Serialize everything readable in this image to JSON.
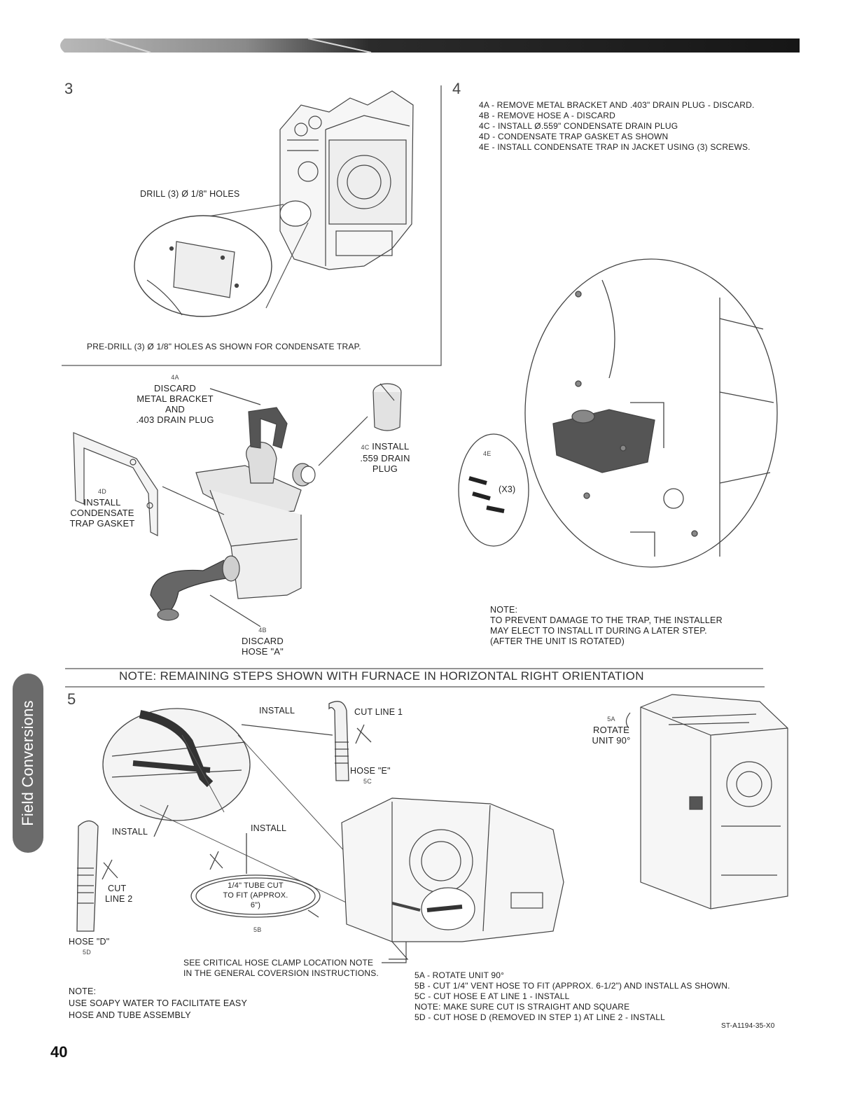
{
  "side_tab": {
    "label": "Field Conversions"
  },
  "page_number": "40",
  "step3": {
    "number": "3",
    "drill_label": "DRILL (3) Ø 1/8\" HOLES",
    "predrill_caption": "PRE-DRILL (3) Ø 1/8\" HOLES AS SHOWN FOR CONDENSATE TRAP."
  },
  "step4": {
    "number": "4",
    "instructions": [
      "4a - REMOVE METAL BRACKET AND .403\" DRAIN PLUG - DISCARD.",
      "4b - REMOVE HOSE A - DISCARD",
      "4c - INSTALL Ø.559\" CONDENSATE DRAIN PLUG",
      "4d - CONDENSATE TRAP GASKET AS SHOWN",
      "4e - INSTALL CONDENSATE TRAP IN JACKET USING (3) SCREWS."
    ],
    "label_4a_tag": "4a",
    "label_4a": [
      "DISCARD",
      "METAL BRACKET",
      "AND",
      ".403 DRAIN PLUG"
    ],
    "label_4c_tag": "4c",
    "label_4c": [
      "INSTALL",
      ".559 DRAIN",
      "PLUG"
    ],
    "label_4d_tag": "4d",
    "label_4d": [
      "INSTALL",
      "CONDENSATE",
      "TRAP GASKET"
    ],
    "label_4b_tag": "4b",
    "label_4b": [
      "DISCARD",
      "HOSE \"A\""
    ],
    "label_4e_tag": "4e",
    "screws_label": "(X3)",
    "note": [
      "NOTE:",
      "TO PREVENT DAMAGE TO THE TRAP, THE INSTALLER",
      "MAY ELECT TO INSTALL IT DURING A LATER STEP.",
      "(AFTER THE UNIT IS ROTATED)"
    ]
  },
  "orientation_note": "NOTE: REMAINING STEPS SHOWN WITH FURNACE IN HORIZONTAL RIGHT ORIENTATION",
  "step5": {
    "number": "5",
    "install_top": "INSTALL",
    "cut_line_1": "CUT LINE 1",
    "hose_e": "HOSE \"E\"",
    "hose_e_tag": "5c",
    "rotate_tag": "5a",
    "rotate_label": [
      "ROTATE",
      "UNIT 90°"
    ],
    "install_left": "INSTALL",
    "install_mid": "INSTALL",
    "cut_line_2": [
      "CUT",
      "LINE 2"
    ],
    "tube_cut": [
      "1/4\" TUBE CUT",
      "TO FIT (APPROX.",
      "6\")"
    ],
    "tube_tag": "5b",
    "hose_d": "HOSE \"D\"",
    "hose_d_tag": "5d",
    "clamp_note": [
      "SEE CRITICAL HOSE CLAMP LOCATION NOTE",
      "IN THE GENERAL COVERSION INSTRUCTIONS."
    ],
    "soapy_note": [
      "NOTE:",
      "USE SOAPY WATER TO FACILITATE EASY",
      "HOSE AND TUBE ASSEMBLY"
    ],
    "instructions": [
      "5a - ROTATE UNIT 90°",
      "5b - CUT 1/4\" VENT HOSE TO FIT (APPROX. 6-1/2\") AND INSTALL AS SHOWN.",
      "5c - CUT HOSE E AT LINE 1 - INSTALL",
      "NOTE: MAKE SURE CUT IS STRAIGHT AND SQUARE",
      "5d - CUT HOSE D (REMOVED IN STEP 1) AT LINE 2 - INSTALL"
    ],
    "drawing_code": "ST-A1194-35-X0"
  }
}
